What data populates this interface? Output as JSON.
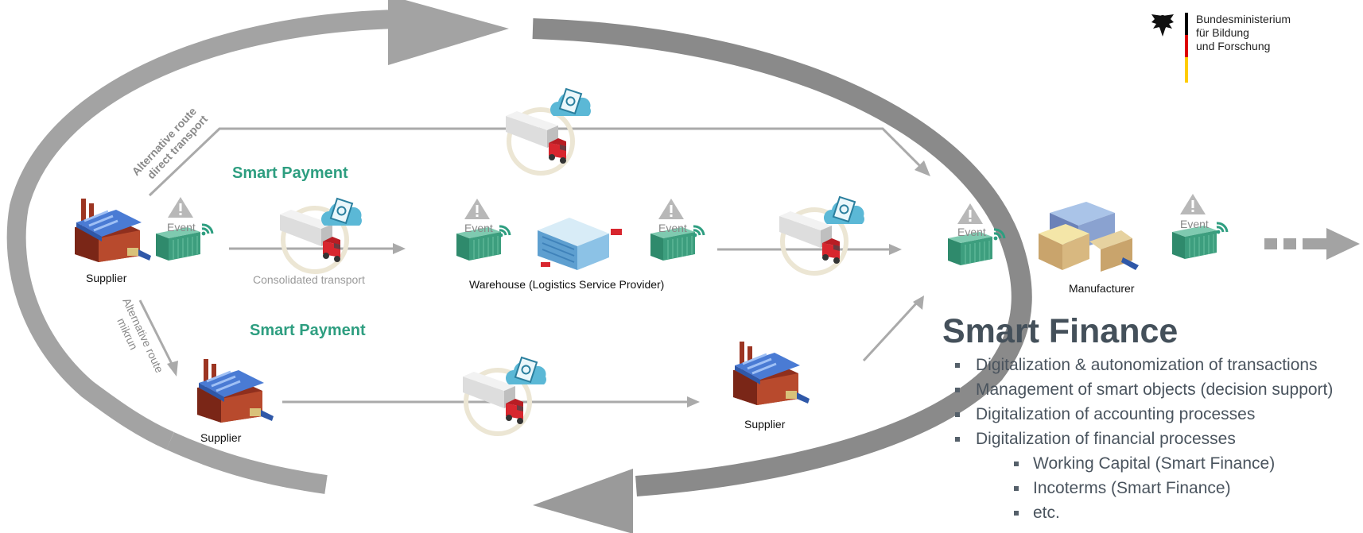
{
  "ministry": {
    "lines": [
      "Bundesministerium",
      "für Bildung",
      "und Forschung"
    ]
  },
  "labels": {
    "smart_payment_top": "Smart Payment",
    "smart_payment_bottom": "Smart Payment",
    "alt_route_direct_line1": "Alternative route",
    "alt_route_direct_line2": "direct transport",
    "alt_route_mikrun_line1": "Alternative route",
    "alt_route_mikrun_line2": "mikrun",
    "consolidated_transport": "Consolidated transport",
    "warehouse": "Warehouse (Logistics Service Provider)",
    "supplier_left": "Supplier",
    "supplier_bottom_left": "Supplier",
    "supplier_bottom_right": "Supplier",
    "manufacturer": "Manufacturer",
    "event": "Event"
  },
  "finance": {
    "title": "Smart Finance",
    "items": [
      "Digitalization & autonomization of transactions",
      "Management of smart objects (decision support)",
      "Digitalization of accounting processes",
      "Digitalization of financial processes"
    ],
    "subitems": [
      "Working Capital (Smart Finance)",
      "Incoterms (Smart Finance)",
      "etc."
    ]
  },
  "colors": {
    "smart_payment": "#2e9e80",
    "container": "#3d9e7e",
    "cycle_arrow": "#8c8c8c",
    "flow_arrow": "#a8a8a8",
    "factory_roof": "#4a7bd4",
    "factory_body": "#9c3522",
    "cloud": "#5bb8d6",
    "ring": "#ece6d4",
    "truck_cab": "#d8262e"
  },
  "icons": {
    "supplier": "factory-icon",
    "warehouse": "warehouse-icon",
    "manufacturer": "manufacturer-plant-icon",
    "event": "warning-triangle-icon",
    "signal": "wireless-signal-icon",
    "payment": "money-cloud-icon",
    "transport": "truck-icon"
  }
}
